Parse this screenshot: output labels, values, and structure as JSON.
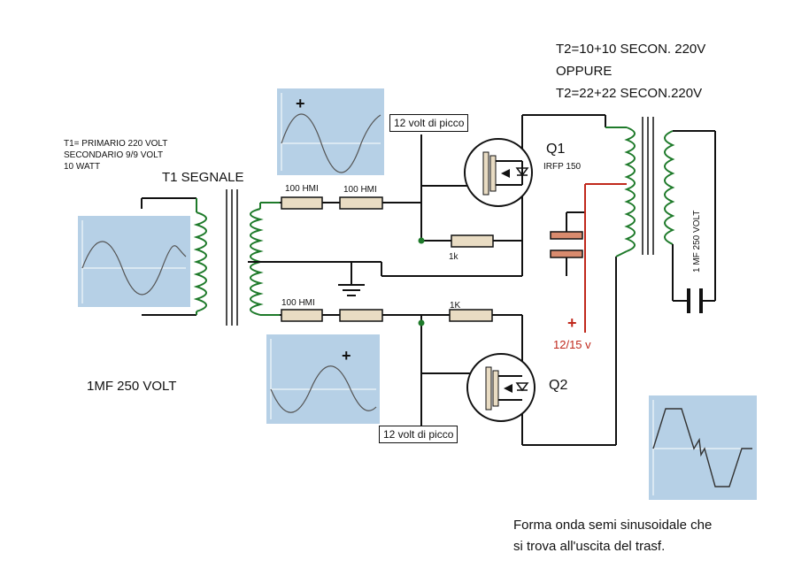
{
  "labels": {
    "t2_line1": "T2=10+10 SECON. 220V",
    "t2_line2": "OPPURE",
    "t2_line3": "T2=22+22 SECON.220V",
    "t1_line1": "T1= PRIMARIO 220 VOLT",
    "t1_line2": "SECONDARIO 9/9 VOLT",
    "t1_line3": "10 WATT",
    "t1_title": "T1 SEGNALE",
    "cap_note": "1MF 250 VOLT",
    "cap_vertical": "1 MF 250 VOLT",
    "r1": "100 HMI",
    "r2": "100 HMI",
    "r3": "100 HMI",
    "r4": "1k",
    "r5": "1K",
    "peak_top": "12 volt di picco",
    "peak_bottom": "12 volt di picco",
    "q1": "Q1",
    "q1_model": "IRFP 150",
    "q2": "Q2",
    "supply_plus": "+",
    "supply_volt": "12/15 v",
    "scope_plus_top": "+",
    "scope_plus_bottom": "+",
    "caption_line1": "Forma onda semi sinusoidale che",
    "caption_line2": "si trova all'uscita del trasf."
  },
  "colors": {
    "wire": "#111111",
    "coil": "#1e7a2a",
    "supply": "#c0281c",
    "scope_bg": "#b6d0e6",
    "resistor": "#e9dcc3",
    "capacitor": "#d98b6e"
  }
}
